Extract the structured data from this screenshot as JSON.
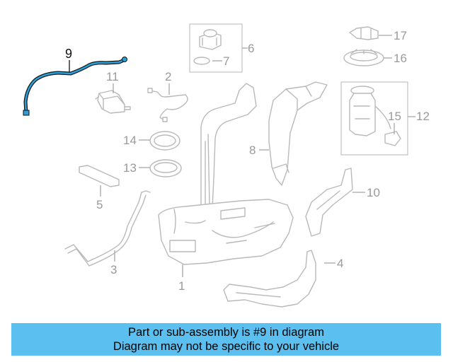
{
  "diagram": {
    "callouts": {
      "c1": "1",
      "c2": "2",
      "c3": "3",
      "c4": "4",
      "c5": "5",
      "c6": "6",
      "c7": "7",
      "c8": "8",
      "c9": "9",
      "c10": "10",
      "c11": "11",
      "c12": "12",
      "c13": "13",
      "c14": "14",
      "c15": "15",
      "c16": "16",
      "c17": "17"
    },
    "highlighted_part": "9",
    "highlight_color": "#2a9fd8",
    "part_color": "#b9b9b9"
  },
  "banner": {
    "line1": "Part or sub-assembly is #9 in diagram",
    "line2": "Diagram may not be specific to your vehicle",
    "background": "#5bc0f0"
  }
}
